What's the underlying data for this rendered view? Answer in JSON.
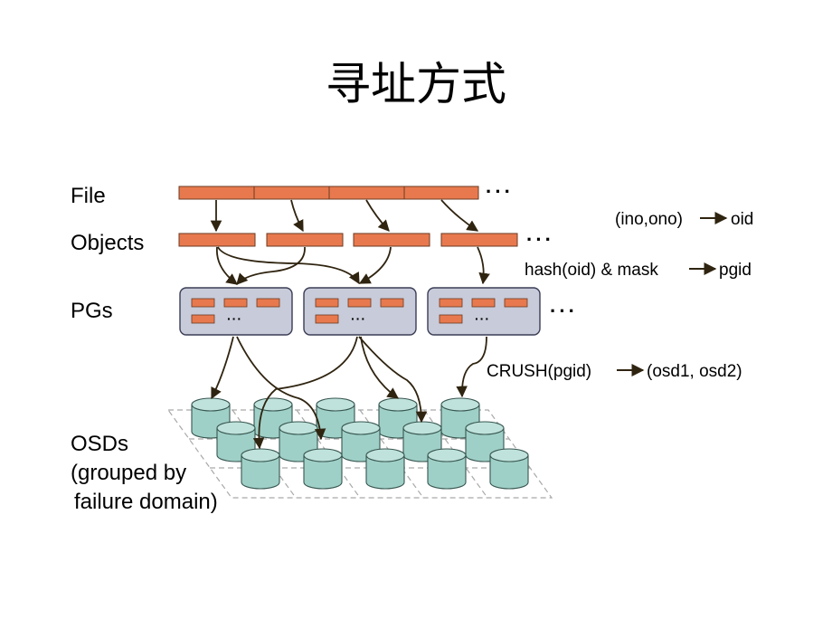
{
  "title": "寻址方式",
  "labels": {
    "file": "File",
    "objects": "Objects",
    "pgs": "PGs",
    "osds_line1": "OSDs",
    "osds_line2": "(grouped by",
    "osds_line3": "failure domain)"
  },
  "ellipsis": "···",
  "mappings": [
    {
      "from": "(ino,ono)",
      "to": "oid"
    },
    {
      "from": "hash(oid) & mask",
      "to": "pgid"
    },
    {
      "from": "CRUSH(pgid)",
      "to": "(osd1, osd2)"
    }
  ]
}
